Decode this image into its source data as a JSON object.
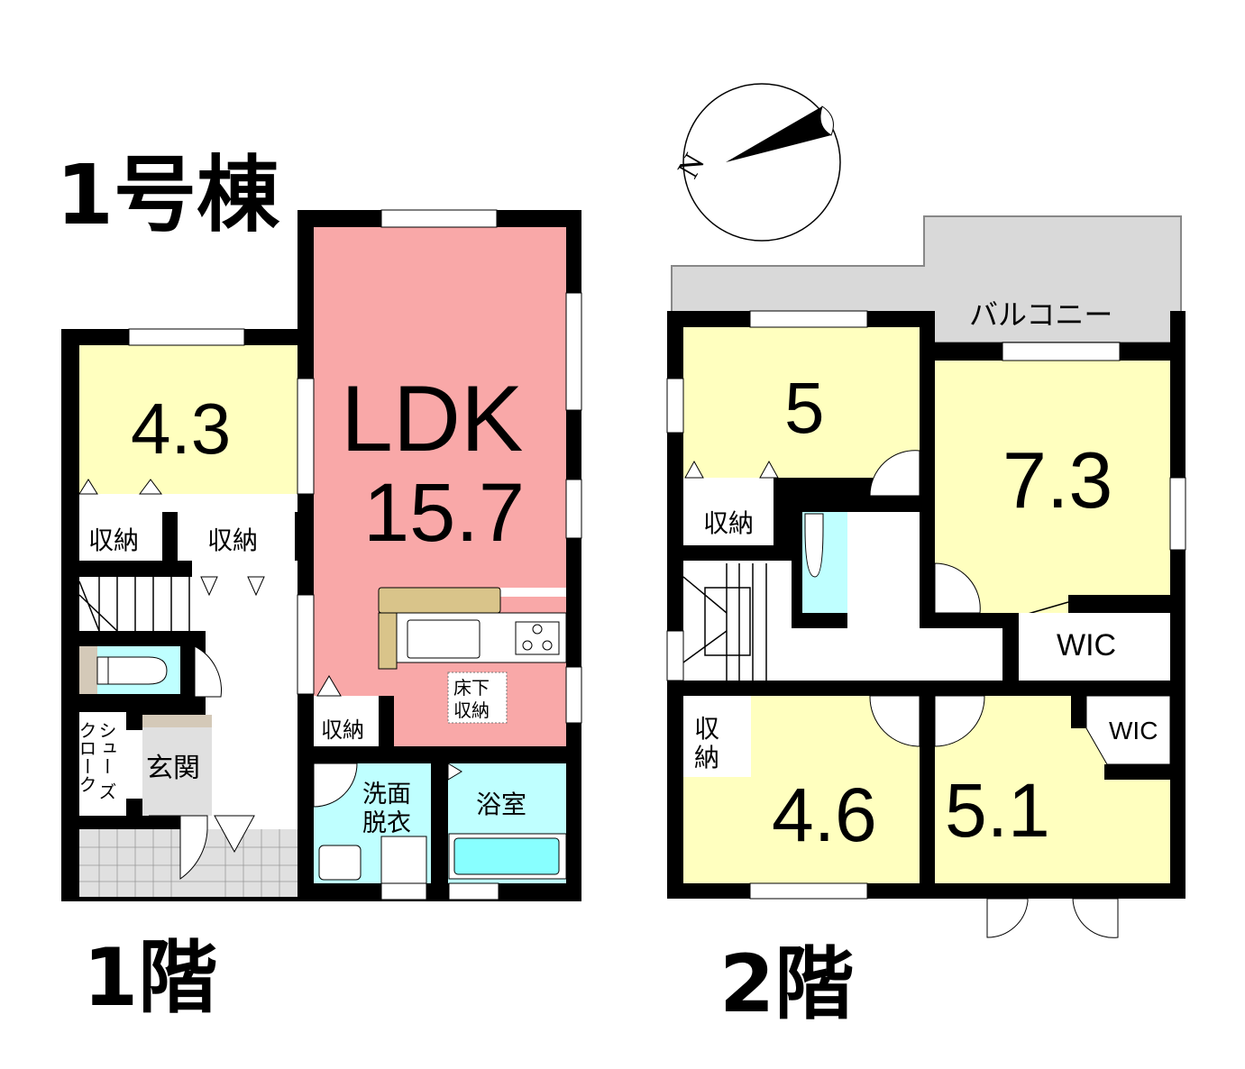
{
  "building_title": "1号棟",
  "floors": {
    "first": {
      "label": "1階",
      "rooms": {
        "western_room": "4.3",
        "ldk_label": "LDK",
        "ldk_size": "15.7",
        "storage_1": "収納",
        "storage_2": "収納",
        "storage_3": "収納",
        "underfloor_storage_1": "床下",
        "underfloor_storage_2": "収納",
        "entrance": "玄関",
        "shoe_cloak_1": "シュー",
        "shoe_cloak_1b": "ズ",
        "shoe_cloak_2": "クローク",
        "washroom_1": "洗面",
        "washroom_2": "脱衣",
        "bathroom": "浴室"
      }
    },
    "second": {
      "label": "2階",
      "rooms": {
        "balcony": "バルコニー",
        "room_a": "5",
        "room_b": "7.3",
        "room_c": "4.6",
        "room_d": "5.1",
        "storage_1": "収納",
        "storage_2a": "収",
        "storage_2b": "納",
        "wic_1": "WIC",
        "wic_2": "WIC"
      }
    }
  },
  "compass": {
    "label": "N"
  },
  "colors": {
    "western": "#ffffbf",
    "ldk": "#f9a8a8",
    "wet": "#bfffff",
    "balcony": "#d9d9d9",
    "counter": "#d9c48a"
  }
}
